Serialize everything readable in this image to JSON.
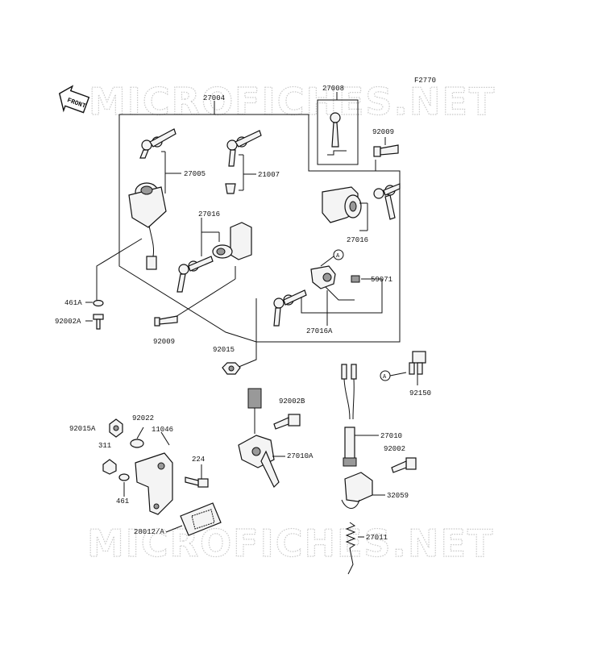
{
  "figure_code": "F2770",
  "front_arrow": "FRONT",
  "watermark": "MICROFICHES.NET",
  "circle_ref": "A",
  "parts": {
    "p27004": "27004",
    "p27008": "27008",
    "p92009_top": "92009",
    "p27005": "27005",
    "p21007": "21007",
    "p27016_mid": "27016",
    "p27016_right": "27016",
    "p59071": "59071",
    "p27016A": "27016A",
    "p461A": "461A",
    "p92002A": "92002A",
    "p92009_bot": "92009",
    "p92015": "92015",
    "p92150": "92150",
    "p92002B": "92002B",
    "p27010": "27010",
    "p27010A": "27010A",
    "p92002": "92002",
    "p32059": "32059",
    "p27011": "27011",
    "p92015A": "92015A",
    "p92022": "92022",
    "p11046": "11046",
    "p311": "311",
    "p224": "224",
    "p461": "461",
    "p28012A": "28012/A"
  }
}
